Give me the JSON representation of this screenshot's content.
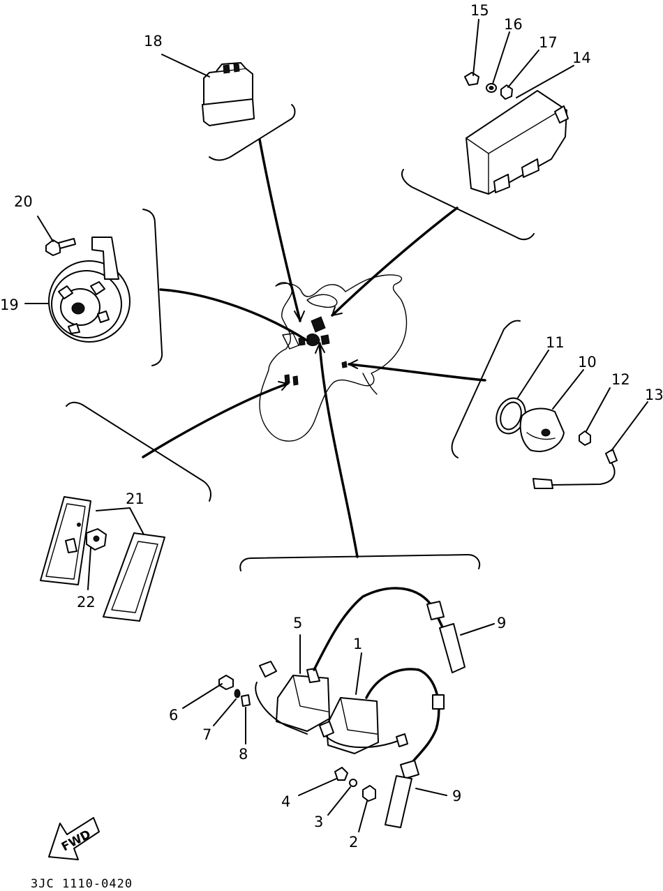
{
  "diagram": {
    "catalog_code": "3JC 1110-0420",
    "direction_label": "FWD",
    "callouts": [
      "1",
      "2",
      "3",
      "4",
      "5",
      "6",
      "7",
      "8",
      "9",
      "9",
      "10",
      "11",
      "12",
      "13",
      "14",
      "15",
      "16",
      "17",
      "18",
      "19",
      "20",
      "21",
      "22"
    ]
  }
}
